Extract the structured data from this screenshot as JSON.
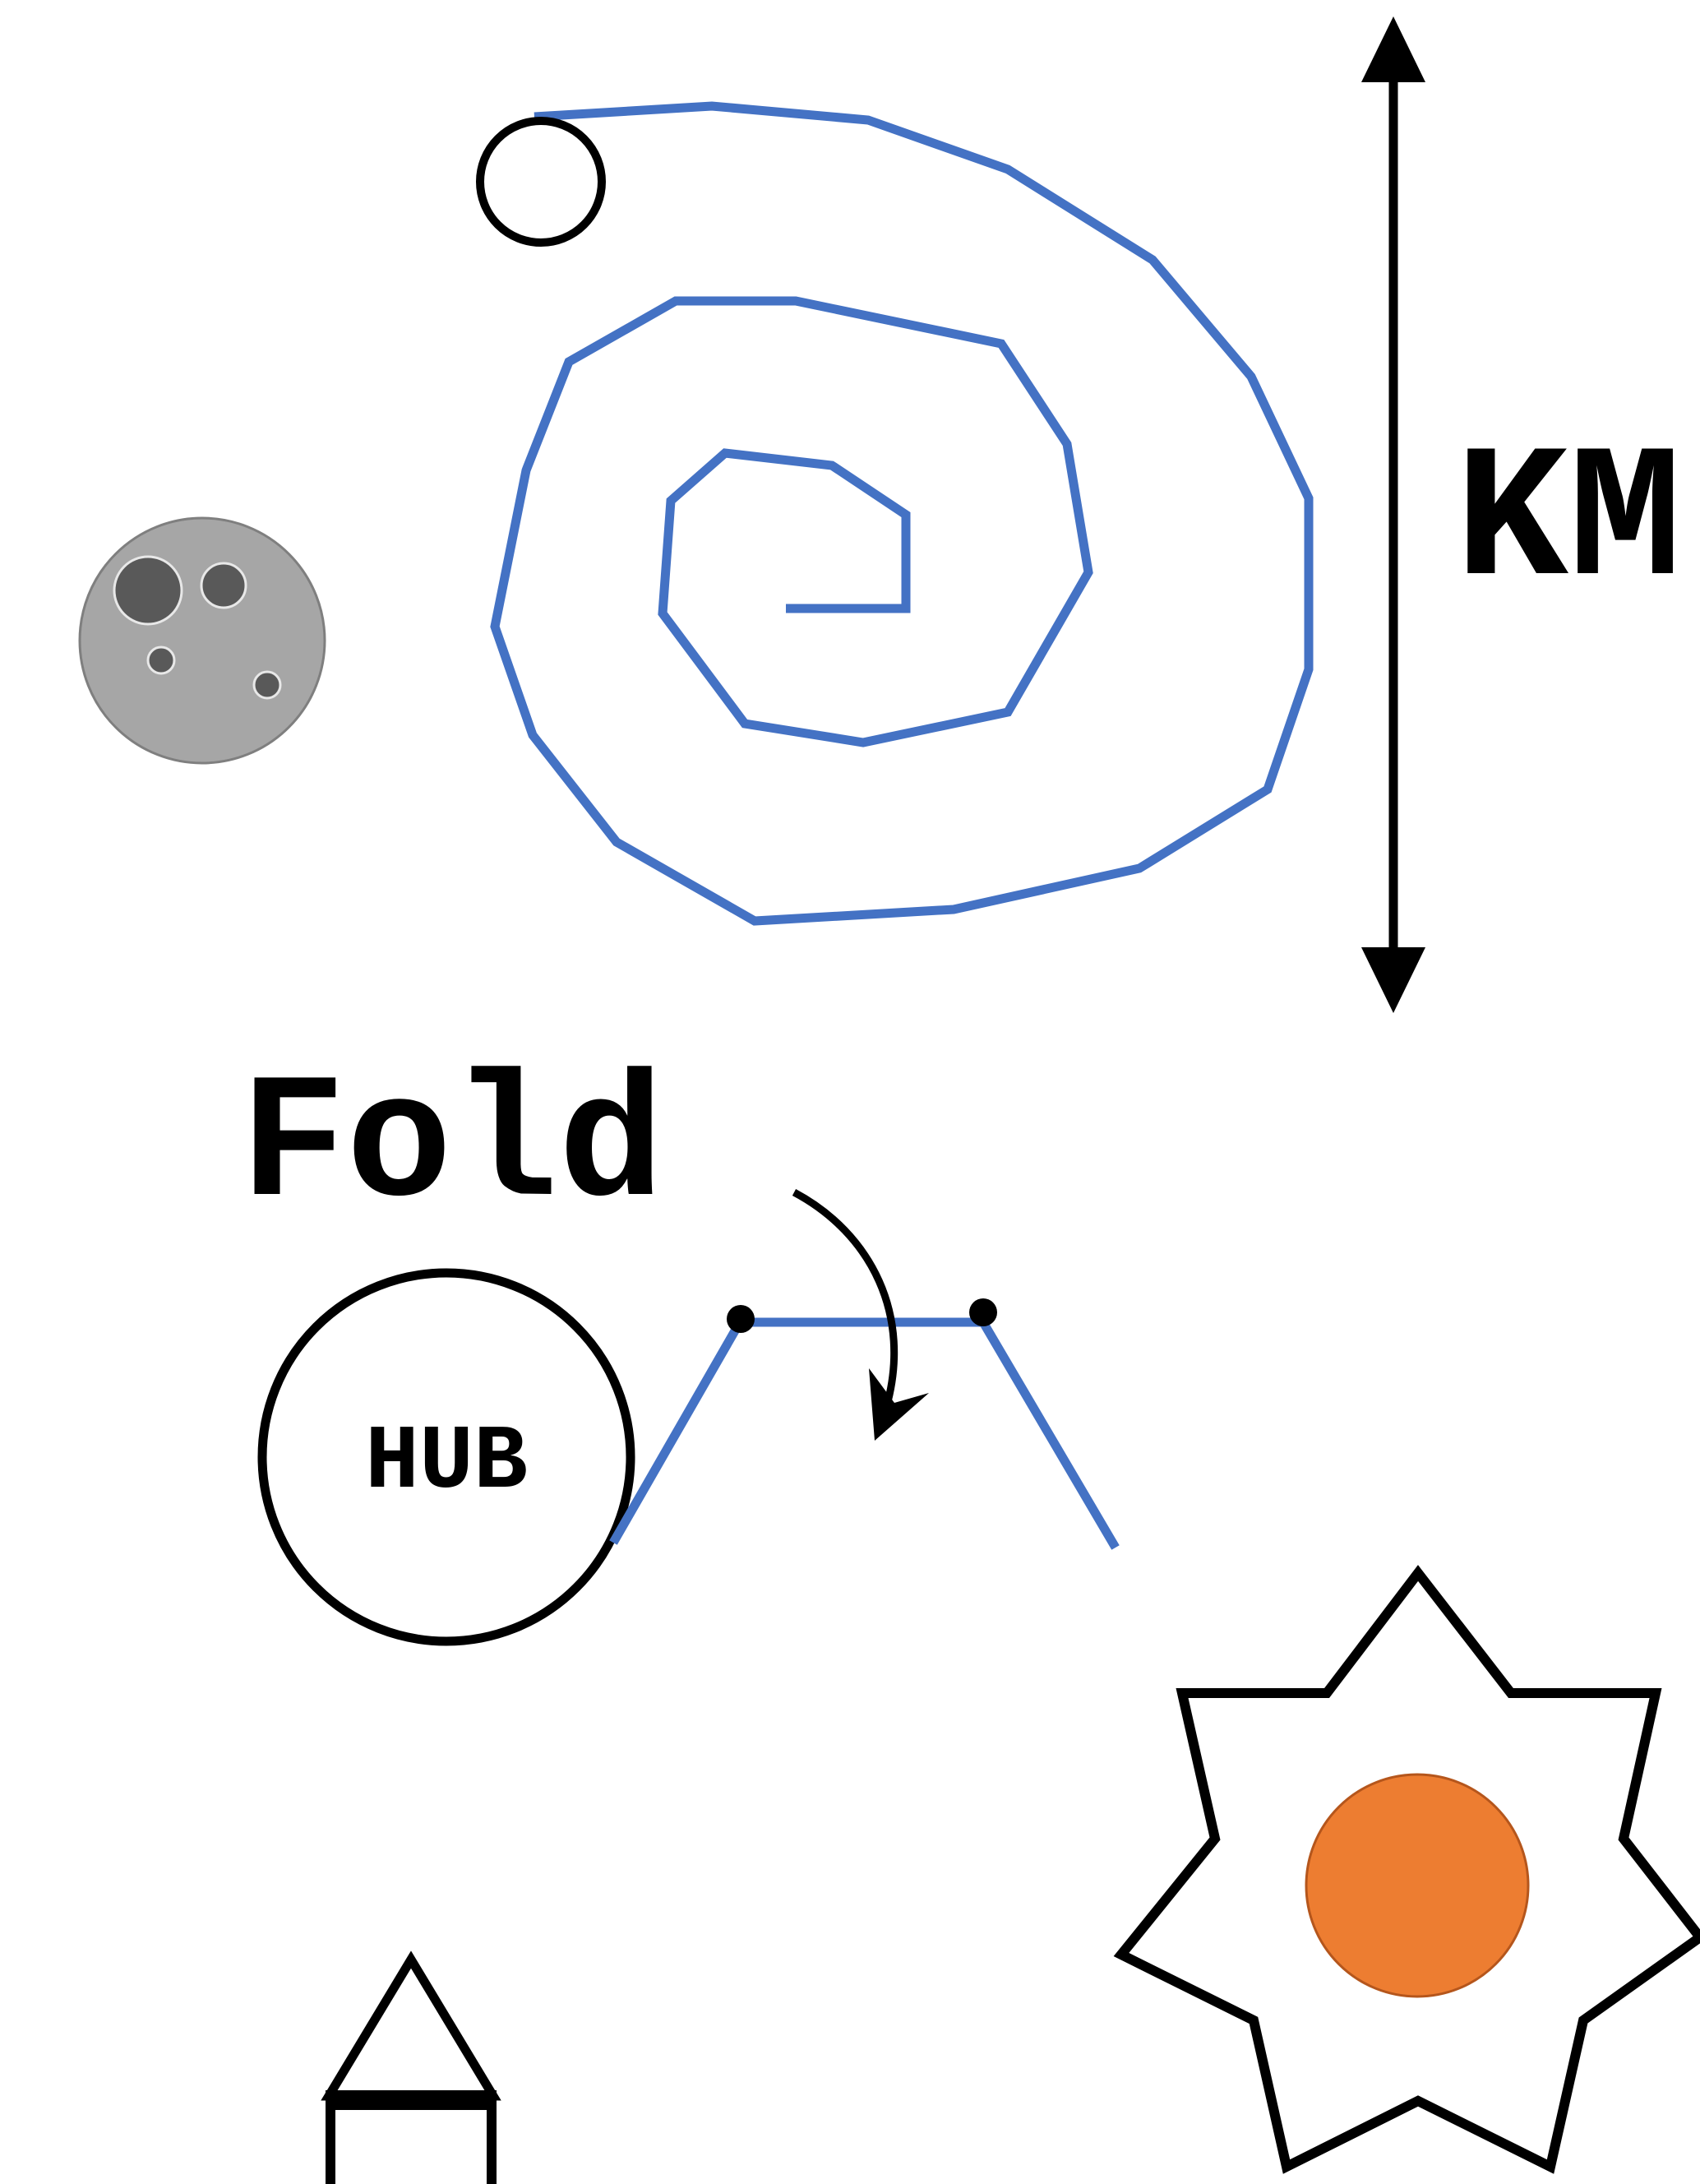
{
  "labels": {
    "km": "KM",
    "fold": "Fold",
    "hub": "HUB"
  },
  "colors": {
    "line_blue": "#4472C4",
    "stroke_black": "#000000",
    "moon_gray": "#A6A6A6",
    "crater_dark": "#595959",
    "sun_orange": "#ED7D31"
  },
  "icons": {
    "moon": "moon-icon",
    "star_sun": "star-sun-icon",
    "house": "house-icon"
  }
}
